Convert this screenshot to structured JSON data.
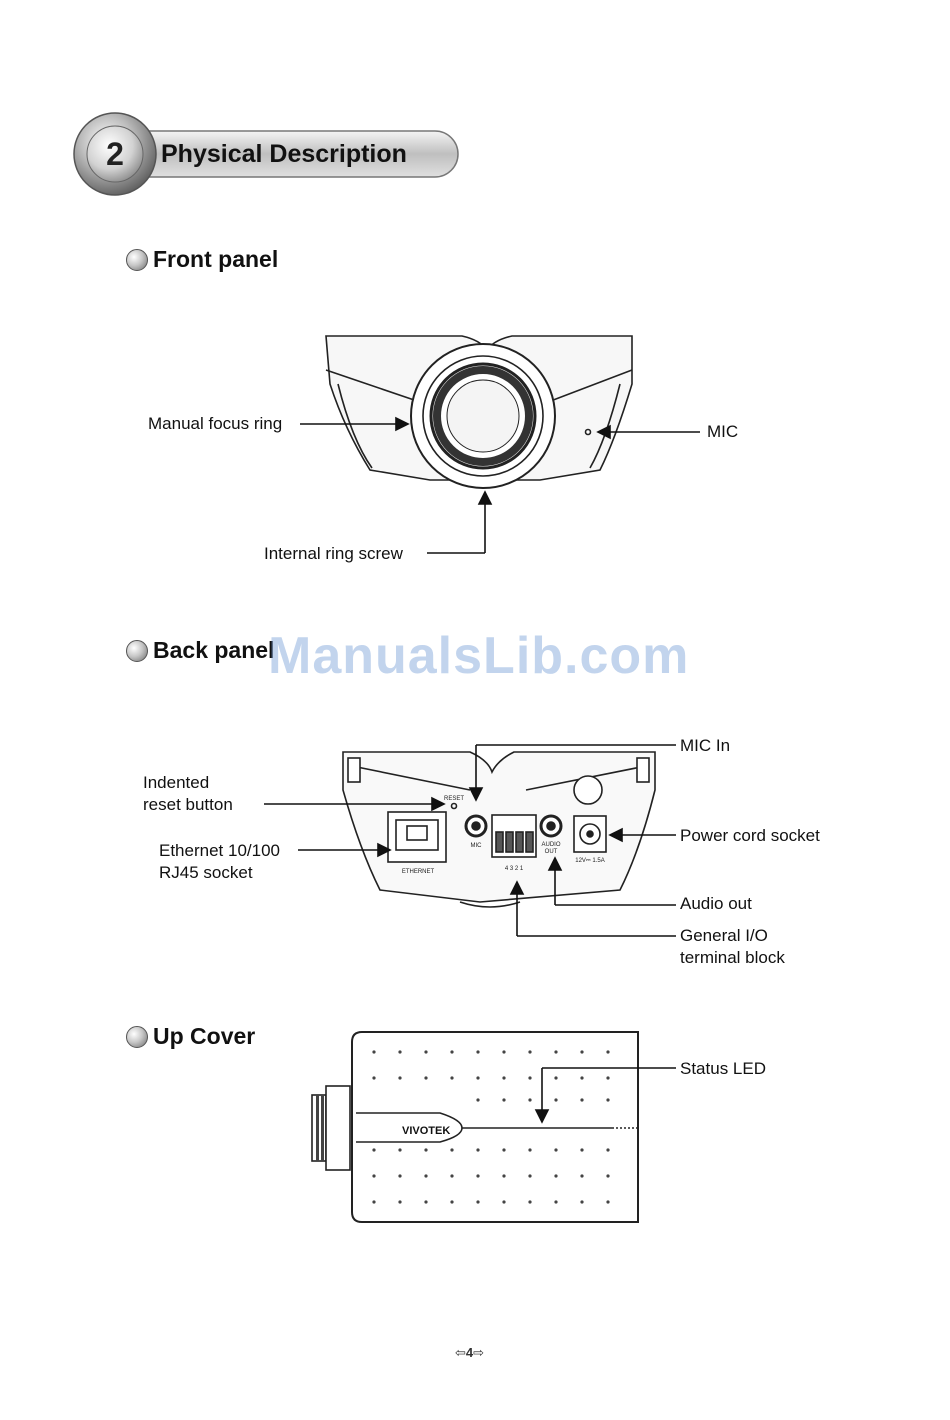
{
  "header": {
    "chapter_number": "2",
    "chapter_title": "Physical Description"
  },
  "front_panel": {
    "title": "Front panel",
    "labels": {
      "manual_focus_ring": "Manual focus ring",
      "mic": "MIC",
      "internal_ring_screw": "Internal ring screw"
    }
  },
  "back_panel": {
    "title": "Back panel",
    "labels": {
      "indented_reset_line1": "Indented",
      "indented_reset_line2": "reset button",
      "ethernet_line1": "Ethernet 10/100",
      "ethernet_line2": "RJ45 socket",
      "mic_in": "MIC In",
      "power_cord_socket": "Power cord socket",
      "audio_out": "Audio out",
      "general_io_line1": "General I/O",
      "general_io_line2": "terminal block"
    },
    "device_text": {
      "reset": "RESET",
      "ethernet": "ETHERNET",
      "mic": "MIC",
      "audio": "AUDIO",
      "out": "OUT",
      "pins": "4 3 2 1",
      "power_rating": "12V⎓ 1.5A"
    }
  },
  "up_cover": {
    "title": "Up Cover",
    "labels": {
      "status_led": "Status LED"
    },
    "brand": "VIVOTEK"
  },
  "watermark": "ManualsLib.com",
  "page": {
    "number": "4",
    "left_deco": "⇦",
    "right_deco": "⇨"
  }
}
